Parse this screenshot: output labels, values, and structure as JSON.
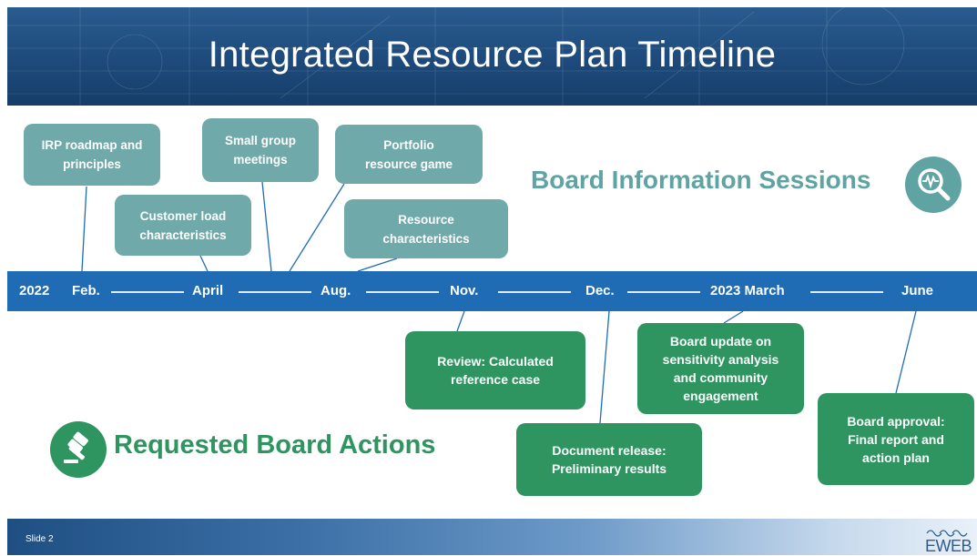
{
  "title": "Integrated Resource Plan Timeline",
  "timeline": {
    "labels": [
      "2022",
      "Feb.",
      "April",
      "Aug.",
      "Nov.",
      "Dec.",
      "2023 March",
      "June"
    ]
  },
  "board_info": {
    "heading": "Board Information Sessions",
    "icon": "magnifier-pulse-icon",
    "items": [
      "IRP roadmap and\nprinciples",
      "Customer load\ncharacteristics",
      "Small group\nmeetings",
      "Portfolio\nresource game",
      "Resource\ncharacteristics"
    ]
  },
  "board_actions": {
    "heading": "Requested Board Actions",
    "icon": "gavel-icon",
    "items": [
      "Review: Calculated\nreference case",
      "Document release:\nPreliminary results",
      "Board update on\nsensitivity analysis\nand community\nengagement",
      "Board approval:\nFinal report and\naction plan"
    ]
  },
  "footer": {
    "slide_label": "Slide 2",
    "logo_text": "EWEB"
  },
  "colors": {
    "banner": "#1d4a7b",
    "axis": "#1f6cb5",
    "info_teal": "#6fa9a9",
    "info_heading": "#5fa3a3",
    "action_green": "#2e9560"
  }
}
